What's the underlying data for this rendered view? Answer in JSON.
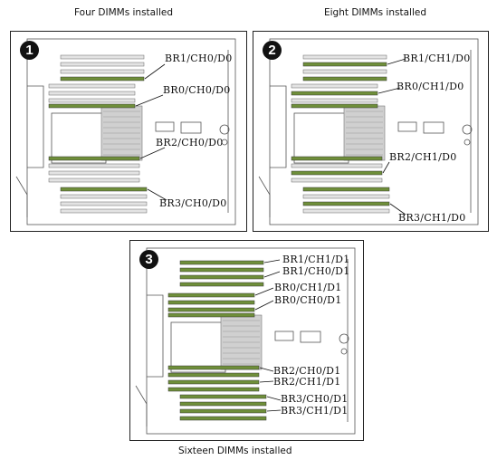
{
  "captions": {
    "panel1": "Four DIMMs installed",
    "panel2": "Eight DIMMs installed",
    "panel3": "Sixteen DIMMs installed"
  },
  "panels": [
    {
      "badge": "1",
      "labels": [
        "BR1/CH0/D0",
        "BR0/CH0/D0",
        "BR2/CH0/D0",
        "BR3/CH0/D0"
      ]
    },
    {
      "badge": "2",
      "labels": [
        "BR1/CH1/D0",
        "BR0/CH1/D0",
        "BR2/CH1/D0",
        "BR3/CH1/D0"
      ]
    },
    {
      "badge": "3",
      "labels": [
        "BR1/CH1/D1",
        "BR1/CH0/D1",
        "BR0/CH1/D1",
        "BR0/CH0/D1",
        "BR2/CH0/D1",
        "BR2/CH1/D1",
        "BR3/CH0/D1",
        "BR3/CH1/D1"
      ]
    }
  ],
  "colors": {
    "dimm_installed": "#6f8f3a",
    "dimm_empty": "#e3e3e3",
    "board_line": "#555555",
    "heatsink": "#bdbdbd"
  }
}
